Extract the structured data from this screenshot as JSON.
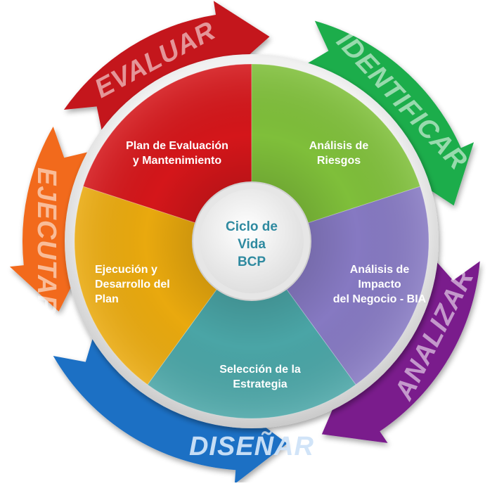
{
  "center": {
    "lines": [
      "Ciclo de",
      "Vida",
      "BCP"
    ],
    "color": "#2f8aa0"
  },
  "segments": [
    {
      "lines": [
        "Plan de Evaluación",
        "y Mantenimiento"
      ],
      "color": "#d4161a"
    },
    {
      "lines": [
        "Análisis de",
        "Riesgos"
      ],
      "color": "#7fbf3a"
    },
    {
      "lines": [
        "Análisis de",
        "Impacto",
        "del Negocio - BIA"
      ],
      "color": "#8679c2"
    },
    {
      "lines": [
        "Selección de la",
        "Estrategia"
      ],
      "color": "#4aa5a6"
    },
    {
      "lines": [
        "Ejecución y",
        "Desarrollo del",
        "Plan"
      ],
      "color": "#e9a90e"
    }
  ],
  "arrows": [
    {
      "label": "EVALUAR",
      "color": "#c4161c"
    },
    {
      "label": "IDENTIFICAR",
      "color": "#1aad4b"
    },
    {
      "label": "ANALIZAR",
      "color": "#7a1a8c"
    },
    {
      "label": "DISEÑAR",
      "color": "#1f6fc4"
    },
    {
      "label": "EJECUTAR",
      "color": "#f26a1b"
    }
  ]
}
